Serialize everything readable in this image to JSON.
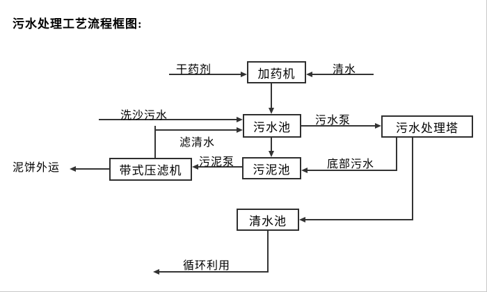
{
  "title": "污水处理工艺流程框图:",
  "nodes": {
    "dosing_machine": "加药机",
    "sewage_pool": "污水池",
    "treatment_tower": "污水处理塔",
    "sludge_pool": "污泥池",
    "belt_filter_press": "带式压滤机",
    "clean_water_pool": "清水池"
  },
  "flow_labels": {
    "dry_agent": "干药剂",
    "clean_water": "清水",
    "sand_washing_sewage": "洗沙污水",
    "filtered_water": "滤清水",
    "sewage_pump": "污水泵",
    "sludge_pump": "污泥泵",
    "mud_cake_out": "泥饼外运",
    "bottom_sewage": "底部污水",
    "recycle": "循环利用"
  },
  "colors": {
    "line": "#333333",
    "text": "#000000",
    "background": "#ffffff"
  }
}
